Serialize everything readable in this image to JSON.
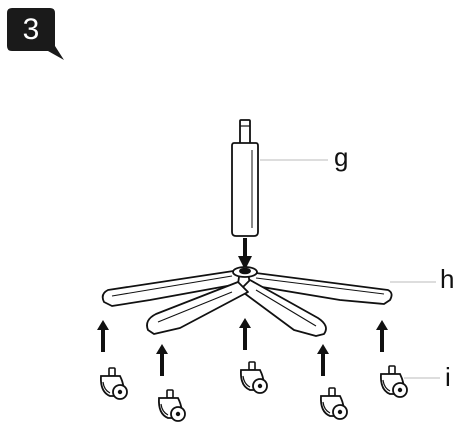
{
  "step": {
    "number": "3"
  },
  "parts": {
    "gas_lift": "g",
    "base": "h",
    "casters": "i"
  },
  "colors": {
    "ink": "#111111",
    "badge": "#1a1a1a",
    "paper": "#ffffff"
  }
}
